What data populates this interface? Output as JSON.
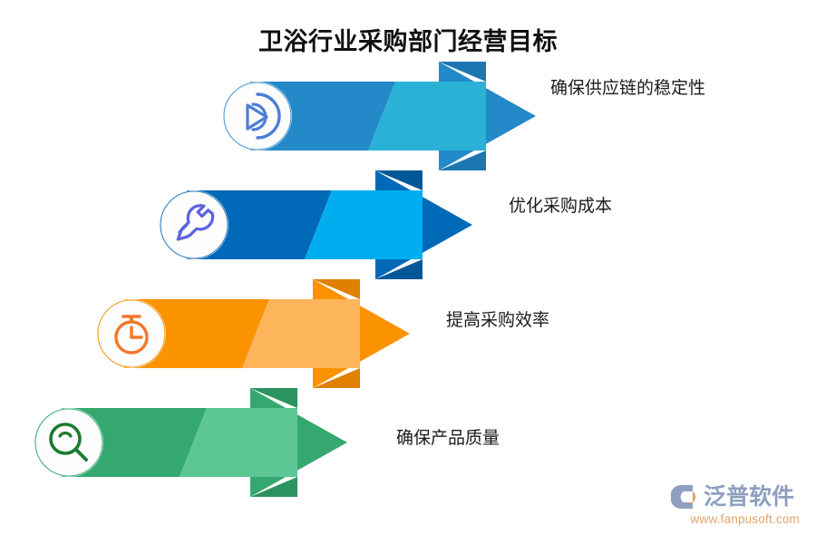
{
  "title": "卫浴行业采购部门经营目标",
  "rows": [
    {
      "label": "确保供应链的稳定性",
      "icon": "circular-arrow-icon",
      "color_dark": "#2389C8",
      "color_light": "#29B2D6",
      "color_tip": "#2389C8",
      "color_fold": "#1D76B0",
      "icon_color": "#4B7FD6",
      "ring_color": "#4B9BD6"
    },
    {
      "label": "优化采购成本",
      "icon": "wrench-icon",
      "color_dark": "#0069B8",
      "color_light": "#00AEEF",
      "color_tip": "#0069B8",
      "color_fold": "#005897",
      "icon_color": "#5B63E0",
      "ring_color": "#2E7FC4"
    },
    {
      "label": "提高采购效率",
      "icon": "stopwatch-icon",
      "color_dark": "#FB9200",
      "color_light": "#FDB55C",
      "color_tip": "#FB9200",
      "color_fold": "#E07F00",
      "icon_color": "#F4772B",
      "ring_color": "#F99B1C"
    },
    {
      "label": "确保产品质量",
      "icon": "magnifier-icon",
      "color_dark": "#35A86F",
      "color_light": "#5CC795",
      "color_tip": "#35A86F",
      "color_fold": "#2C9260",
      "icon_color": "#1C7A2E",
      "ring_color": "#3FAE7C"
    }
  ],
  "logo": {
    "name": "泛普软件",
    "url": "www.fanpusoft.com",
    "mark_color": "#8e9fc0",
    "accent_color": "#e8a15e"
  }
}
